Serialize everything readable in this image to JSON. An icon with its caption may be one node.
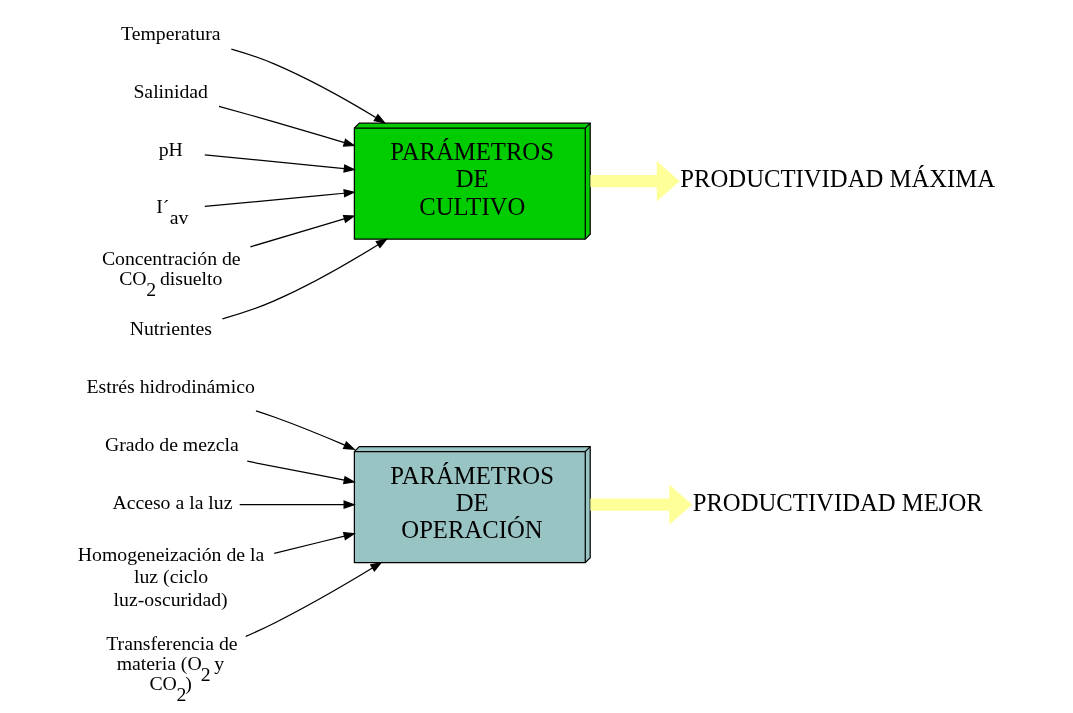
{
  "diagram": {
    "nodes": [
      {
        "text": [
          "Temperatura"
        ]
      },
      {
        "text": [
          "Salinidad"
        ]
      },
      {
        "text": [
          "pH"
        ]
      },
      {
        "text": [
          "PARÁMETROS DE CULTIVO"
        ]
      },
      {
        "text": [
          "PRODUCTIVIDAD MÁXIMA"
        ]
      },
      {
        "text": [
          "I´$_{av}$"
        ]
      },
      {
        "text": [
          "Concentración de CO$_{2}$ disuelto"
        ]
      },
      {
        "text": [
          "Nutrientes"
        ]
      },
      {
        "text": [
          "Estrés hidrodinámico"
        ]
      },
      {
        "text": [
          "Grado de mezcla"
        ]
      },
      {
        "text": [
          "PARÁMETROS DE OPERACIÓN"
        ]
      },
      {
        "text": [
          "Acceso a la luz"
        ]
      },
      {
        "text": [
          "PRODUCTIVIDAD MEJOR"
        ]
      },
      {
        "text": [
          "Homogeneización de la luz (ciclo luz-oscuridad)"
        ]
      },
      {
        "text": [
          "Transferencia de materia (O$_{2}$ y CO$_{2}$)"
        ]
      }
    ],
    "edges": [
      {
        "from": 0,
        "to": 3,
        "arrow": "to"
      },
      {
        "from": 1,
        "to": 3,
        "arrow": "to"
      },
      {
        "from": 2,
        "to": 3,
        "arrow": "to"
      },
      {
        "from": 5,
        "to": 3,
        "arrow": "to"
      },
      {
        "from": 6,
        "to": 3,
        "arrow": "to"
      },
      {
        "from": 7,
        "to": 3,
        "arrow": "to"
      },
      {
        "from": 3,
        "to": 4,
        "arrow": "to",
        "style": "thick",
        "color": "#ffff99"
      },
      {
        "from": 8,
        "to": 10,
        "arrow": "to"
      },
      {
        "from": 9,
        "to": 10,
        "arrow": "to"
      },
      {
        "from": 11,
        "to": 10,
        "arrow": "to"
      },
      {
        "from": 13,
        "to": 10,
        "arrow": "to"
      },
      {
        "from": 14,
        "to": 10,
        "arrow": "to"
      },
      {
        "from": 10,
        "to": 12,
        "arrow": "to",
        "style": "thick",
        "color": "#ffff99"
      }
    ]
  }
}
